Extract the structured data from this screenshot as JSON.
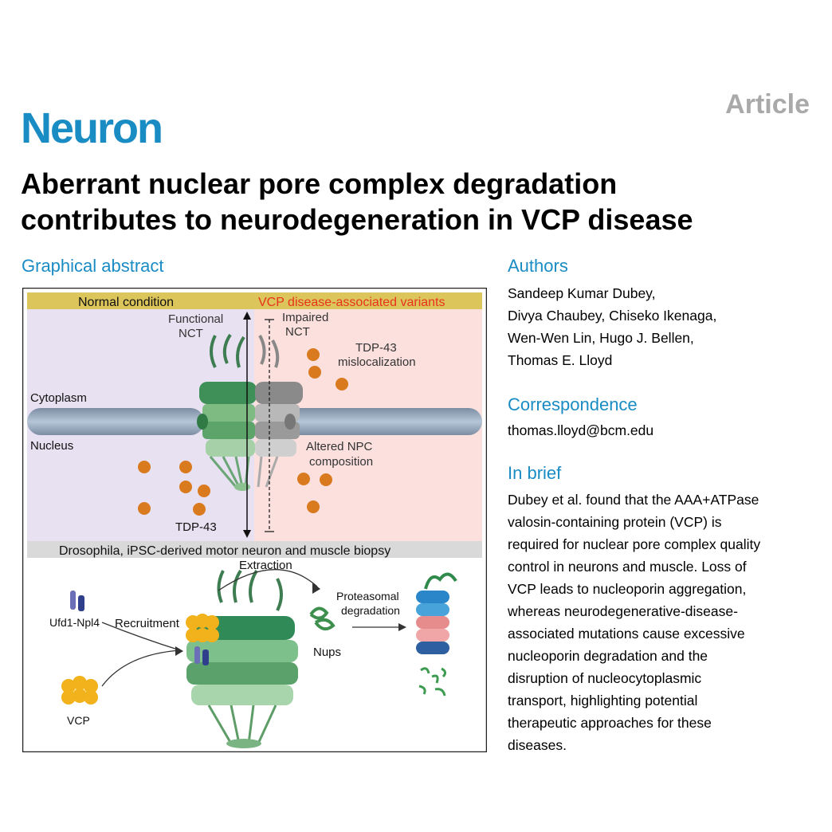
{
  "header": {
    "journal": "Neuron",
    "article_type": "Article"
  },
  "title_lines": [
    "Aberrant nuclear pore complex degradation",
    "contributes to neurodegeneration in VCP disease"
  ],
  "graphical_abstract": {
    "heading": "Graphical abstract",
    "top_left_label": "Normal condition",
    "top_right_label": "VCP disease-associated variants",
    "functional_nct": [
      "Functional",
      "NCT"
    ],
    "impaired_nct": [
      "Impaired",
      "NCT"
    ],
    "tdp43_mislocalization": [
      "TDP-43",
      "mislocalization"
    ],
    "cytoplasm": "Cytoplasm",
    "nucleus": "Nucleus",
    "altered_npc": [
      "Altered NPC",
      "composition"
    ],
    "tdp43": "TDP-43",
    "bottom_banner": "Drosophila, iPSC-derived motor neuron and muscle biopsy",
    "extraction": "Extraction",
    "recruitment": "Recruitment",
    "ufd1_npl4": "Ufd1-Npl4",
    "vcp": "VCP",
    "proteasomal_degradation": [
      "Proteasomal",
      "degradation"
    ],
    "nups": "Nups",
    "colors": {
      "normal_bg": "#e8e1f1",
      "disease_bg": "#fbe0de",
      "banner": "#dcc55a",
      "disease_text": "#e8321e",
      "npc_green": "#4c9a57",
      "tdp_orange": "#d97a1e",
      "vcp_yellow": "#f2b21c"
    }
  },
  "authors_heading": "Authors",
  "authors": [
    "Sandeep Kumar Dubey,",
    "Divya Chaubey, Chiseko Ikenaga,",
    "Wen-Wen Lin, Hugo J. Bellen,",
    "Thomas E. Lloyd"
  ],
  "correspondence_heading": "Correspondence",
  "correspondence_email": "thomas.lloyd@bcm.edu",
  "in_brief_heading": "In brief",
  "in_brief_lines": [
    "Dubey et al. found that the AAA+ATPase",
    "valosin-containing protein (VCP) is",
    "required for nuclear pore complex quality",
    "control in neurons and muscle. Loss of",
    "VCP leads to nucleoporin aggregation,",
    "whereas neurodegenerative-disease-",
    "associated mutations cause excessive",
    "nucleoporin degradation and the",
    "disruption of nucleocytoplasmic",
    "transport, highlighting potential",
    "therapeutic approaches for these",
    "diseases."
  ]
}
